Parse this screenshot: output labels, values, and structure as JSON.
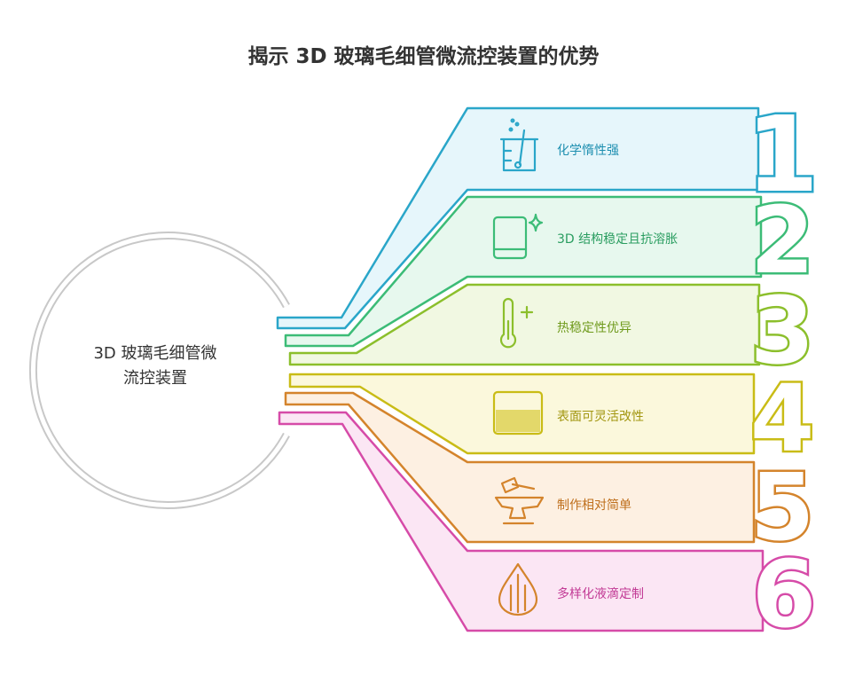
{
  "title": "揭示 3D 玻璃毛细管微流控装置的优势",
  "center": {
    "line1": "3D 玻璃毛细管微",
    "line2": "流控装置"
  },
  "items": [
    {
      "number": "1",
      "label": "化学惰性强",
      "icon": "beaker-icon",
      "color": "#2aa6c9",
      "fill": "#e6f6fb"
    },
    {
      "number": "2",
      "label": "3D 结构稳定且抗溶胀",
      "icon": "cube-sparkle-icon",
      "color": "#3cbc77",
      "fill": "#e7f8ee"
    },
    {
      "number": "3",
      "label": "热稳定性优异",
      "icon": "thermometer-icon",
      "color": "#8cbf2c",
      "fill": "#f1f8e2"
    },
    {
      "number": "4",
      "label": "表面可灵活改性",
      "icon": "textured-surface-icon",
      "color": "#c9bc16",
      "fill": "#fbf8dc"
    },
    {
      "number": "5",
      "label": "制作相对简单",
      "icon": "anvil-hammer-icon",
      "color": "#d4842c",
      "fill": "#fdf0e2"
    },
    {
      "number": "6",
      "label": "多样化液滴定制",
      "icon": "droplet-icon",
      "color": "#d64ba8",
      "fill": "#fbe6f4"
    }
  ]
}
